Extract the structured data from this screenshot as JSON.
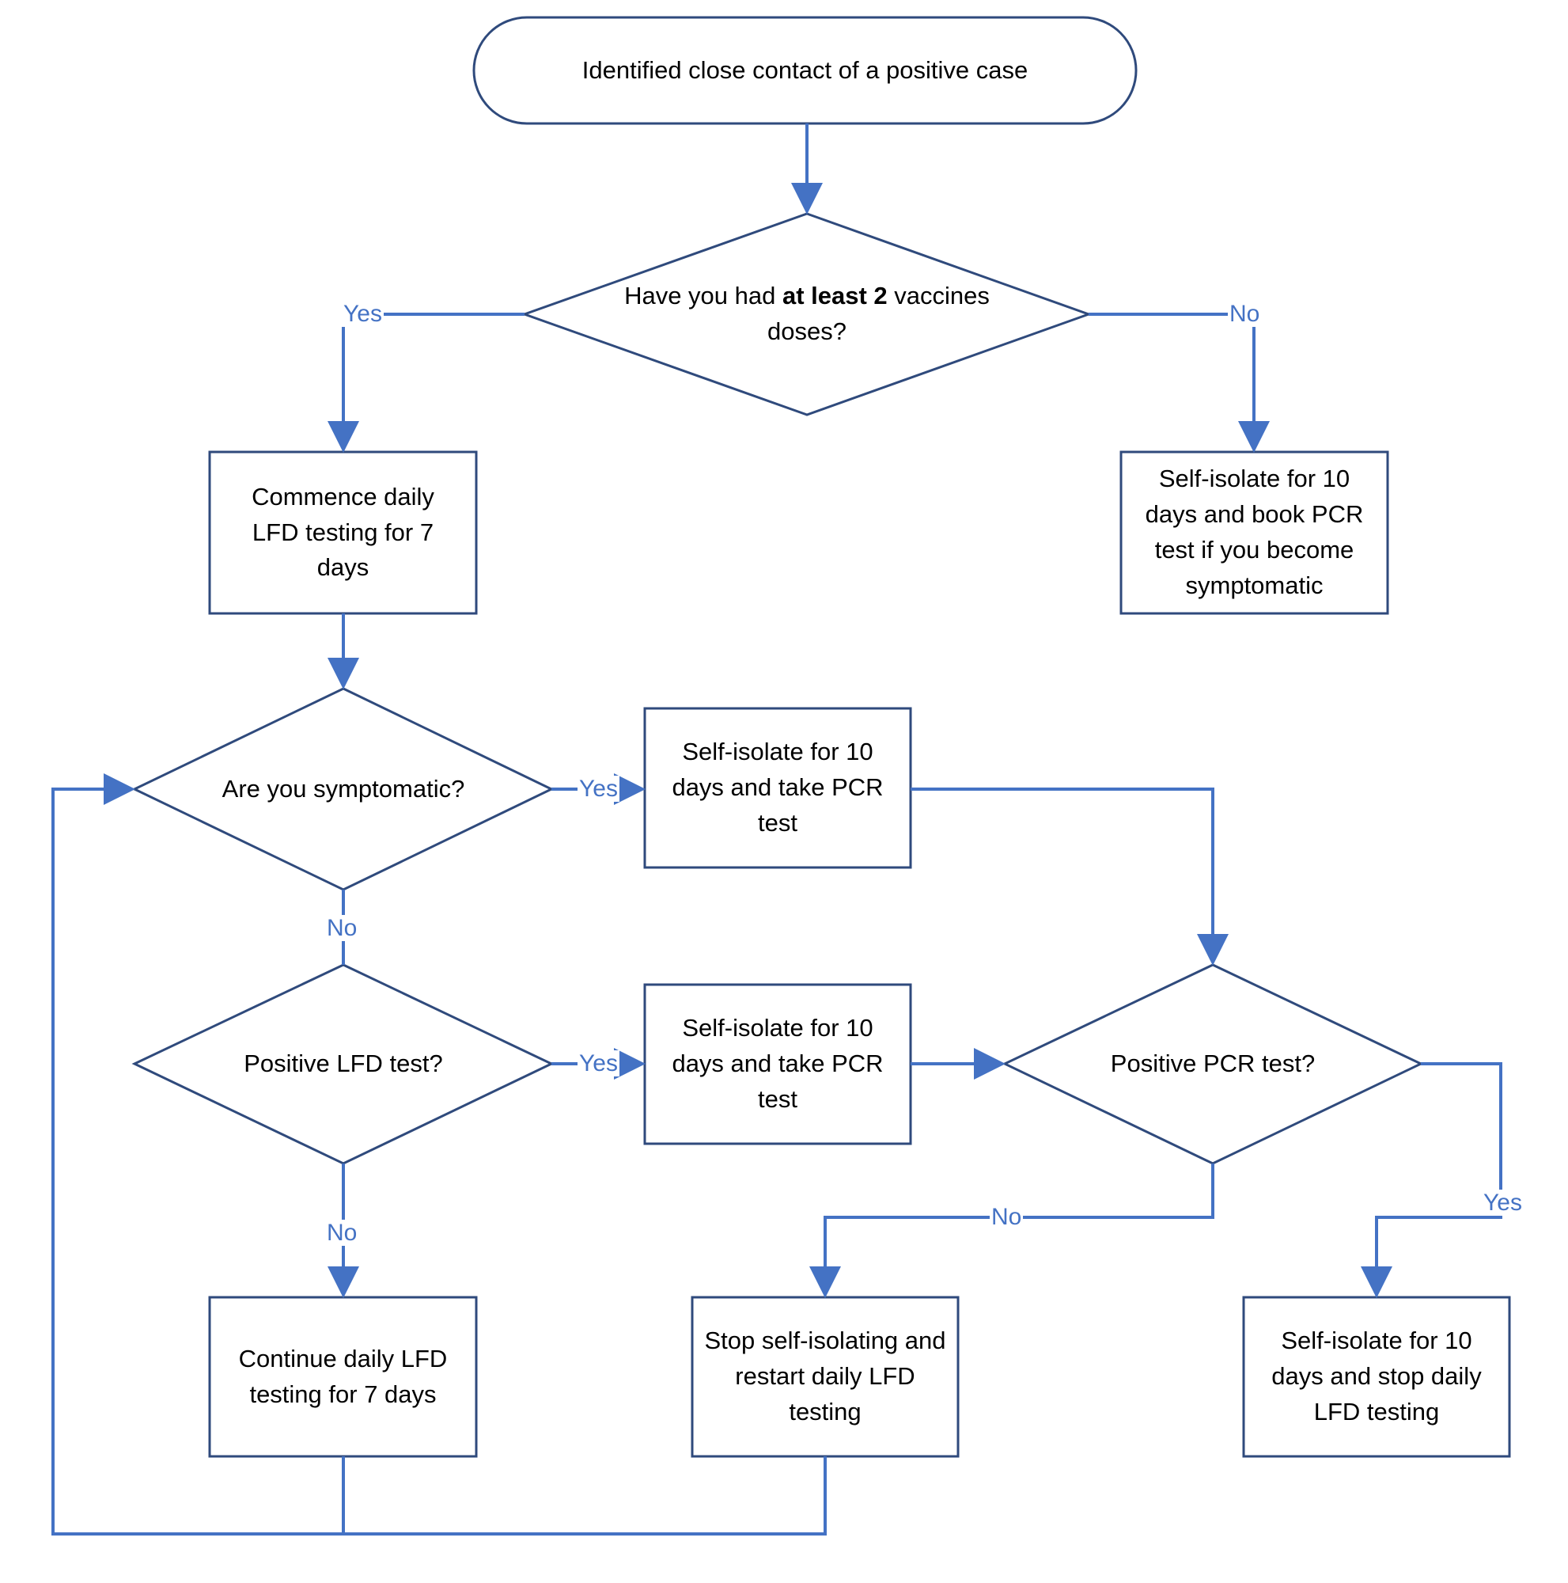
{
  "colors": {
    "connector": "#4472c4",
    "shape_border": "#2f4a7c",
    "text": "#000000",
    "background": "#ffffff"
  },
  "nodes": {
    "start": "Identified close contact of a positive case",
    "vaccine_q": {
      "prefix": "Have you had ",
      "bold": "at least 2",
      "suffix": " vaccines doses?"
    },
    "daily_lfd": "Commence daily LFD testing for 7 days",
    "isolate_book_pcr": "Self-isolate for 10 days and book PCR test if you become symptomatic",
    "symptomatic_q": "Are you symptomatic?",
    "isolate_pcr_a": "Self-isolate for 10 days and take PCR test",
    "lfd_q": "Positive LFD test?",
    "isolate_pcr_b": "Self-isolate for 10 days and take PCR test",
    "pcr_q": "Positive PCR test?",
    "continue_lfd": "Continue daily LFD testing for 7 days",
    "stop_isolating": "Stop self-isolating and restart daily LFD testing",
    "isolate_stop": "Self-isolate for 10 days and stop daily LFD testing"
  },
  "edges": {
    "vaccine_yes": "Yes",
    "vaccine_no": "No",
    "symptomatic_yes": "Yes",
    "symptomatic_no": "No",
    "lfd_yes": "Yes",
    "lfd_no": "No",
    "pcr_no": "No",
    "pcr_yes": "Yes"
  }
}
